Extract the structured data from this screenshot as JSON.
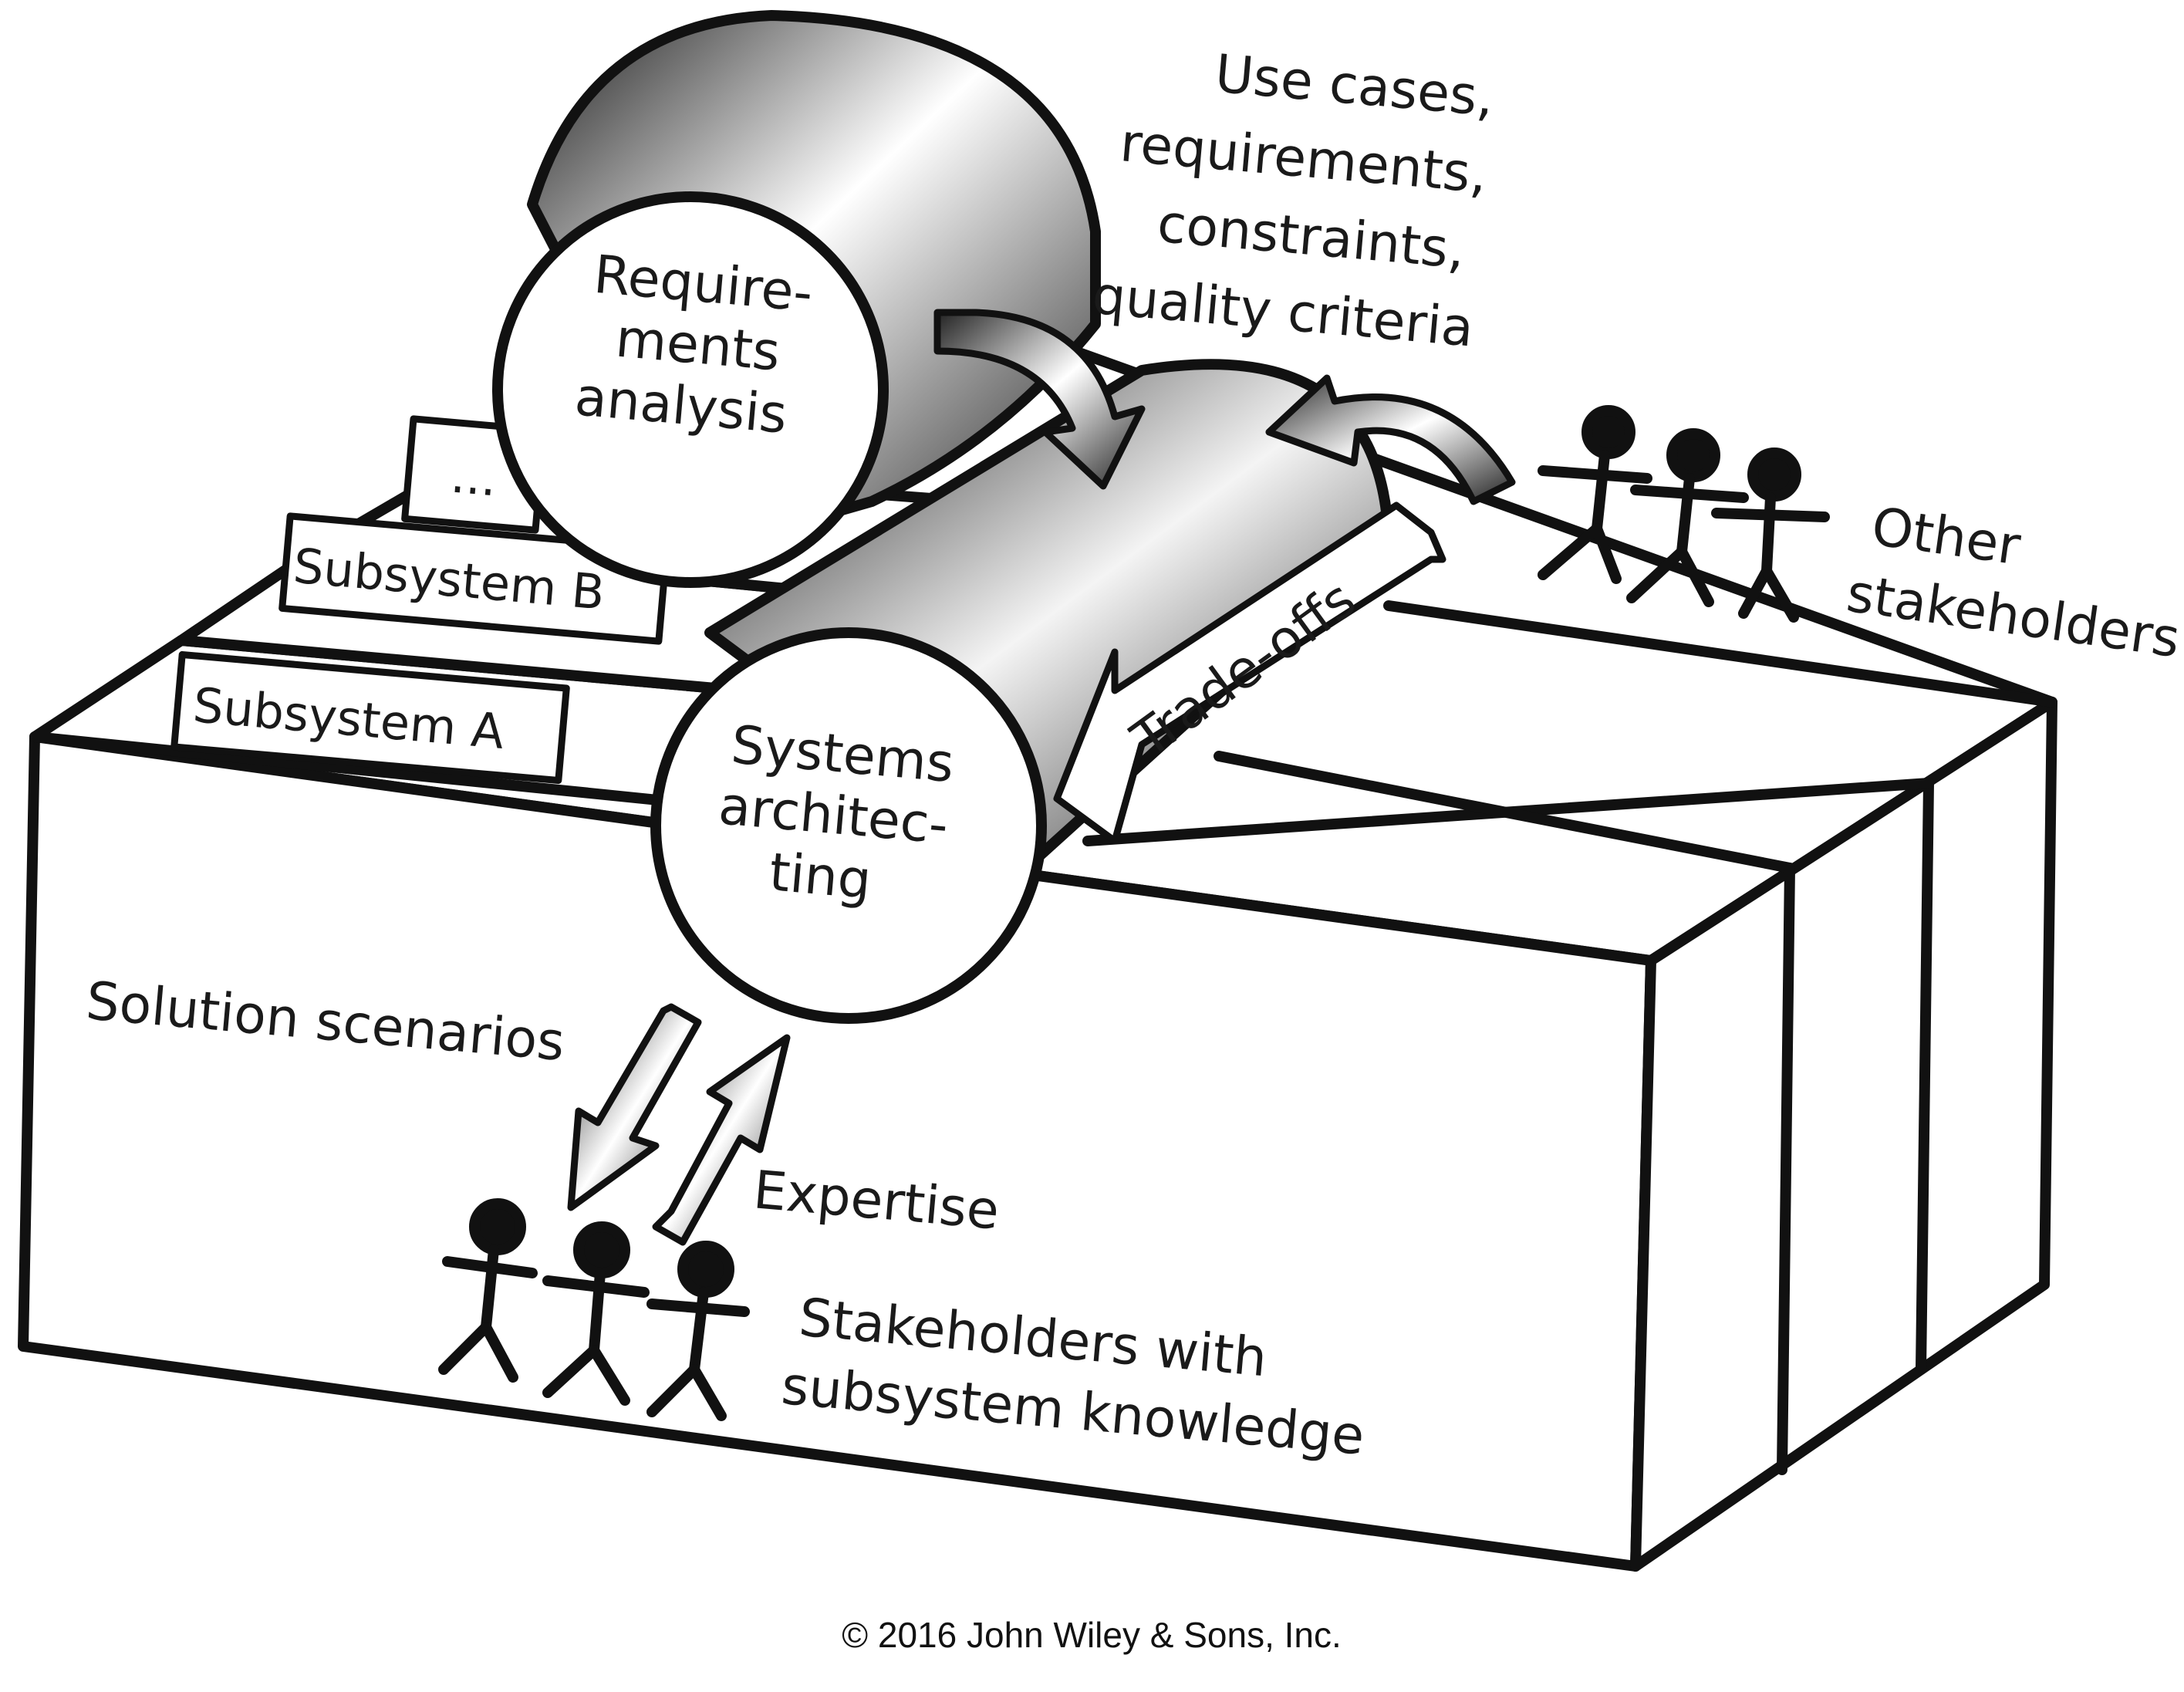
{
  "labels": {
    "requirements_analysis": [
      "Require-",
      "ments",
      "analysis"
    ],
    "systems_architecting": [
      "Systems",
      "architec-",
      "ting"
    ],
    "use_cases": [
      "Use cases,",
      "requirements,",
      "constraints,",
      "quality criteria"
    ],
    "other_stakeholders": [
      "Other",
      "stakeholders"
    ],
    "trade_offs": "Trade-offs",
    "subsystem_a": "Subsystem A",
    "subsystem_b": "Subsystem B",
    "more_subsystems": "...",
    "solution_scenarios": "Solution scenarios",
    "expertise": "Expertise",
    "stakeholders_subsystem": [
      "Stakeholders with",
      "subsystem knowledge"
    ]
  },
  "copyright": "© 2016 John Wiley & Sons, Inc."
}
